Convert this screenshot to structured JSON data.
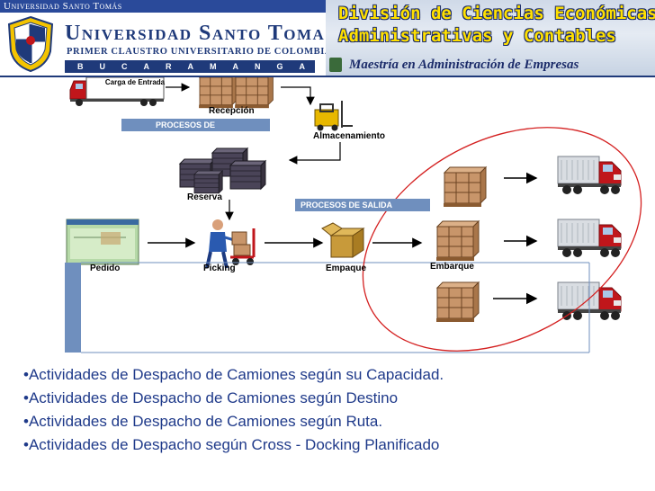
{
  "header": {
    "top_bar": "Universidad Santo Tomás",
    "university_name": "Universidad Santo Tomas",
    "university_subtitle": "PRIMER CLAUSTRO UNIVERSITARIO DE COLOMBIA",
    "city": "BUCARAMANGA",
    "division_line1": "División de Ciencias Económicas",
    "division_line2": "Administrativas y Contables",
    "program": "Maestría en Administración de Empresas"
  },
  "diagram": {
    "truck_sign": "Carga de Entrada",
    "reception": "Recepción",
    "inbound_process": "PROCESOS DE",
    "storage": "Almacenamiento",
    "reserve": "Reserva",
    "outbound_process": "PROCESOS DE SALIDA",
    "order": "Pedido",
    "picking": "Picking",
    "packing": "Empaque",
    "shipping": "Embarque"
  },
  "bullets": [
    "Actividades de Despacho de Camiones según su Capacidad.",
    "Actividades de Despacho de Camiones según Destino",
    "Actividades de Despacho de Camiones según Ruta.",
    "Actividades de Despacho según Cross - Docking Planificado"
  ],
  "colors": {
    "brand_blue": "#1f3a7a",
    "process_band": "#6f8fbe",
    "truck_red": "#c0161b",
    "pallet_brown": "#c8956a",
    "ellipse_red": "#d42020",
    "bullet_text": "#1f3a8a"
  }
}
